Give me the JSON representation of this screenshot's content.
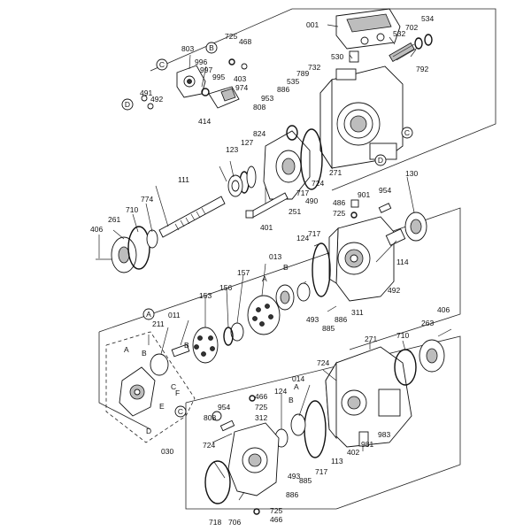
{
  "labels": [
    "001",
    "534",
    "702",
    "532",
    "792",
    "530",
    "789",
    "732",
    "535",
    "725",
    "468",
    "803",
    "996",
    "997",
    "995",
    "403",
    "974",
    "491",
    "492",
    "414",
    "953",
    "886",
    "808",
    "824",
    "127",
    "123",
    "111",
    "774",
    "710",
    "261",
    "406",
    "251",
    "490",
    "717",
    "724",
    "271",
    "901",
    "954",
    "130",
    "725",
    "486",
    "401",
    "013",
    "124",
    "717",
    "114",
    "492",
    "311",
    "886",
    "885",
    "493",
    "157",
    "156",
    "153",
    "011",
    "211",
    "A",
    "B",
    "C",
    "D",
    "E",
    "F",
    "030",
    "466",
    "725",
    "014",
    "954",
    "808",
    "312",
    "724",
    "706",
    "718",
    "725",
    "466",
    "124",
    "493",
    "886",
    "885",
    "717",
    "113",
    "402",
    "981",
    "983",
    "271",
    "710",
    "263",
    "406",
    "724"
  ],
  "circled": [
    "B",
    "C",
    "D",
    "C",
    "D",
    "C",
    "A"
  ],
  "inline_letters": [
    "A",
    "B",
    "B",
    "A",
    "B"
  ],
  "colors": {
    "ink": "#111111",
    "paper": "#ffffff",
    "shade": "#bdbdbd"
  }
}
